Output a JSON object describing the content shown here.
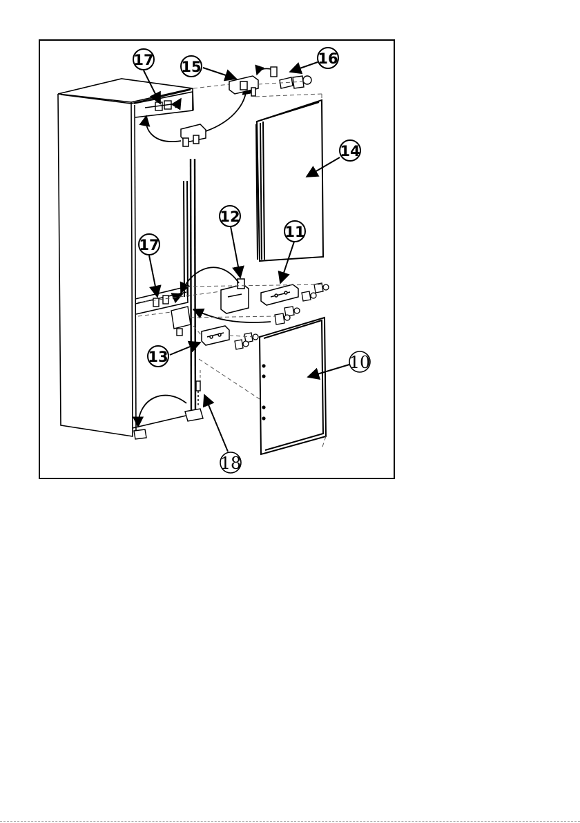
{
  "callouts": {
    "c10": "10",
    "c11": "11",
    "c12": "12",
    "c13": "13",
    "c14": "14",
    "c15": "15",
    "c16": "16",
    "c17_top": "17",
    "c17_mid": "17",
    "c18": "18"
  },
  "colors": {
    "line": "#000000",
    "dash": "#555555",
    "paper": "#ffffff"
  }
}
